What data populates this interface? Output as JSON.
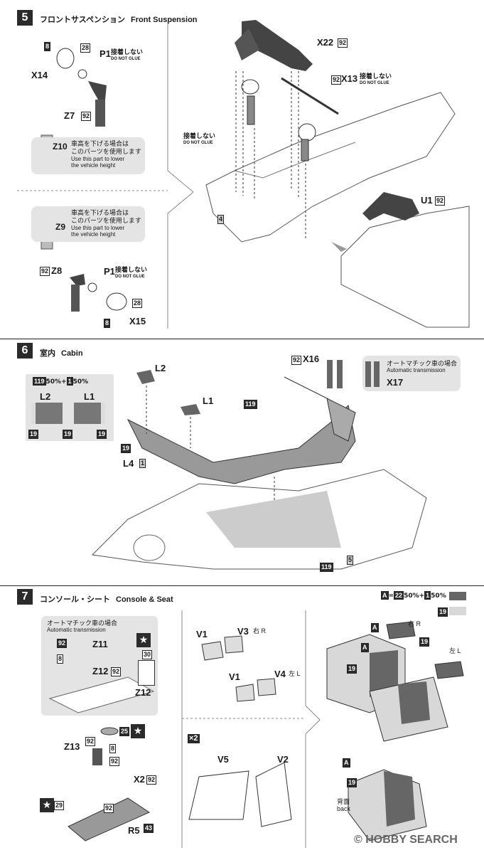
{
  "step5": {
    "number": "5",
    "title_jp": "フロントサスペンション",
    "title_en": "Front Suspension",
    "do_not_glue_jp": "接着しない",
    "do_not_glue_en": "DO NOT GLUE",
    "parts": {
      "x14": "X14",
      "p1": "P1",
      "z7": "Z7",
      "x22": "X22",
      "x13": "X13",
      "z10": "Z10",
      "z9": "Z9",
      "z8": "Z8",
      "x15": "X15",
      "u1": "U1"
    },
    "nums": {
      "n8": "8",
      "n28": "28",
      "n92": "92",
      "n4": "4"
    },
    "lower_note_jp_1": "車高を下げる場合は",
    "lower_note_jp_2": "このパーツを使用します",
    "lower_note_en_1": "Use this part to lower",
    "lower_note_en_2": "the vehicle height"
  },
  "step6": {
    "number": "6",
    "title_jp": "室内",
    "title_en": "Cabin",
    "mix": "50%+",
    "mix2": "50%",
    "mix_a": "119",
    "mix_b": "1",
    "parts": {
      "l1": "L1",
      "l2": "L2",
      "l4": "L4",
      "x16": "X16",
      "x17": "X17"
    },
    "nums": {
      "n19": "19",
      "n119": "119",
      "n1": "1",
      "n92": "92",
      "n5": "5"
    },
    "auto_jp": "オートマチック車の場合",
    "auto_en": "Automatic transmission"
  },
  "step7": {
    "number": "7",
    "title_jp": "コンソール・シート",
    "title_en": "Console & Seat",
    "legend_a": "A",
    "legend_eq": "=",
    "legend_22": "22",
    "legend_mix": "50%+",
    "legend_1": "1",
    "legend_50": "50%",
    "legend_19": "19",
    "auto_jp": "オートマチック車の場合",
    "auto_en": "Automatic transmission",
    "parts": {
      "z11": "Z11",
      "z12": "Z12",
      "z13": "Z13",
      "x2": "X2",
      "r5": "R5",
      "v1": "V1",
      "v3": "V3",
      "v4": "V4",
      "v5": "V5",
      "v2": "V2"
    },
    "right_jp": "右",
    "right_en": "R",
    "left_jp": "左",
    "left_en": "L",
    "back_jp": "背面",
    "back_en": "back",
    "times2": "×2",
    "nums": {
      "n8": "8",
      "n92": "92",
      "n25": "25",
      "n29": "29",
      "n43": "43",
      "n30": "30",
      "n19": "19",
      "nA": "A"
    }
  },
  "watermark": "HOBBY SEARCH",
  "watermark_copy": "©"
}
